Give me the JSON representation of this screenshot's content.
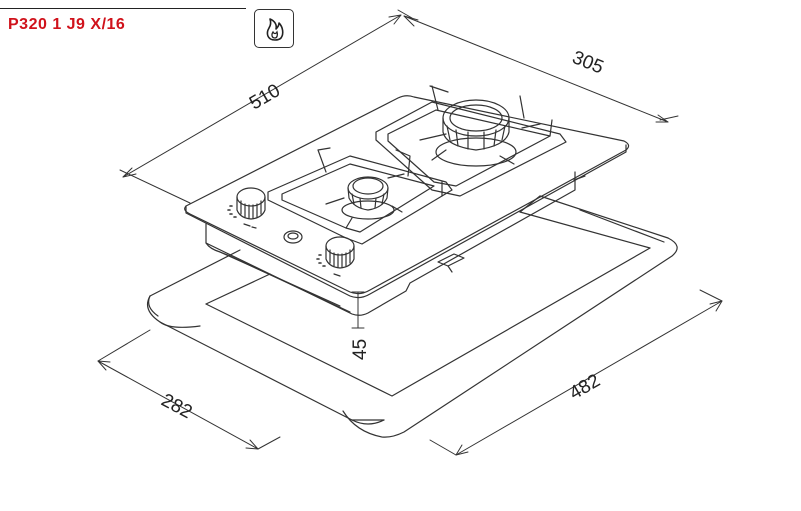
{
  "header": {
    "model": "P320 1 J9 X/16",
    "badge_icon": "gas-flame-icon",
    "accent_color": "#d0121b"
  },
  "dimensions": {
    "width": "510",
    "depth": "305",
    "height": "45",
    "cutout_width": "482",
    "cutout_depth": "282"
  }
}
